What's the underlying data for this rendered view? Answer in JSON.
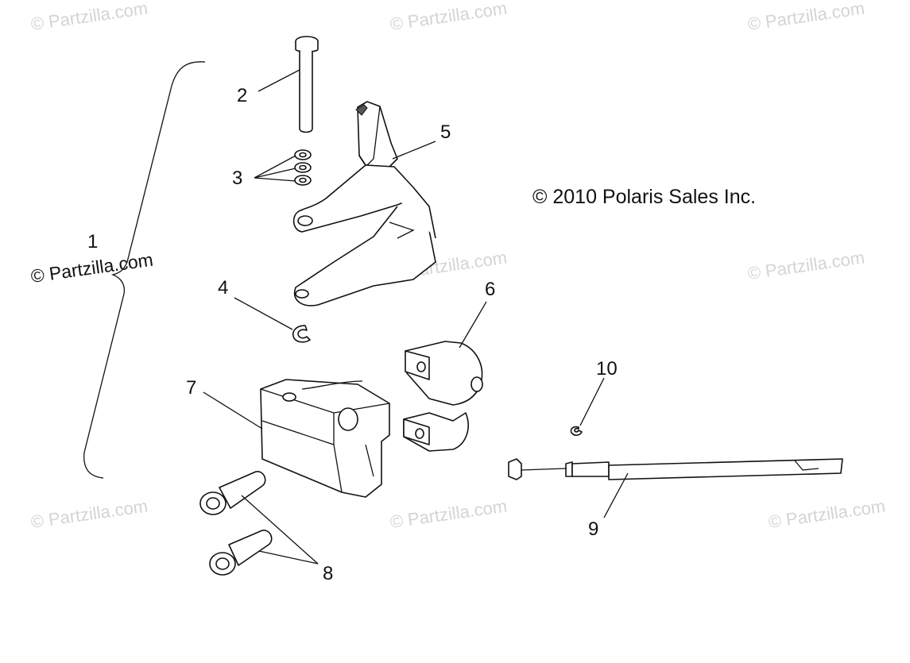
{
  "watermarks": {
    "text": "© Partzilla.com"
  },
  "copyright": "© 2010 Polaris Sales Inc.",
  "callouts": {
    "c1": "1",
    "c2": "2",
    "c3": "3",
    "c4": "4",
    "c5": "5",
    "c6": "6",
    "c7": "7",
    "c8": "8",
    "c9": "9",
    "c10": "10"
  },
  "colors": {
    "line": "#111111",
    "watermark": "#d4d4d4",
    "background": "#ffffff"
  }
}
